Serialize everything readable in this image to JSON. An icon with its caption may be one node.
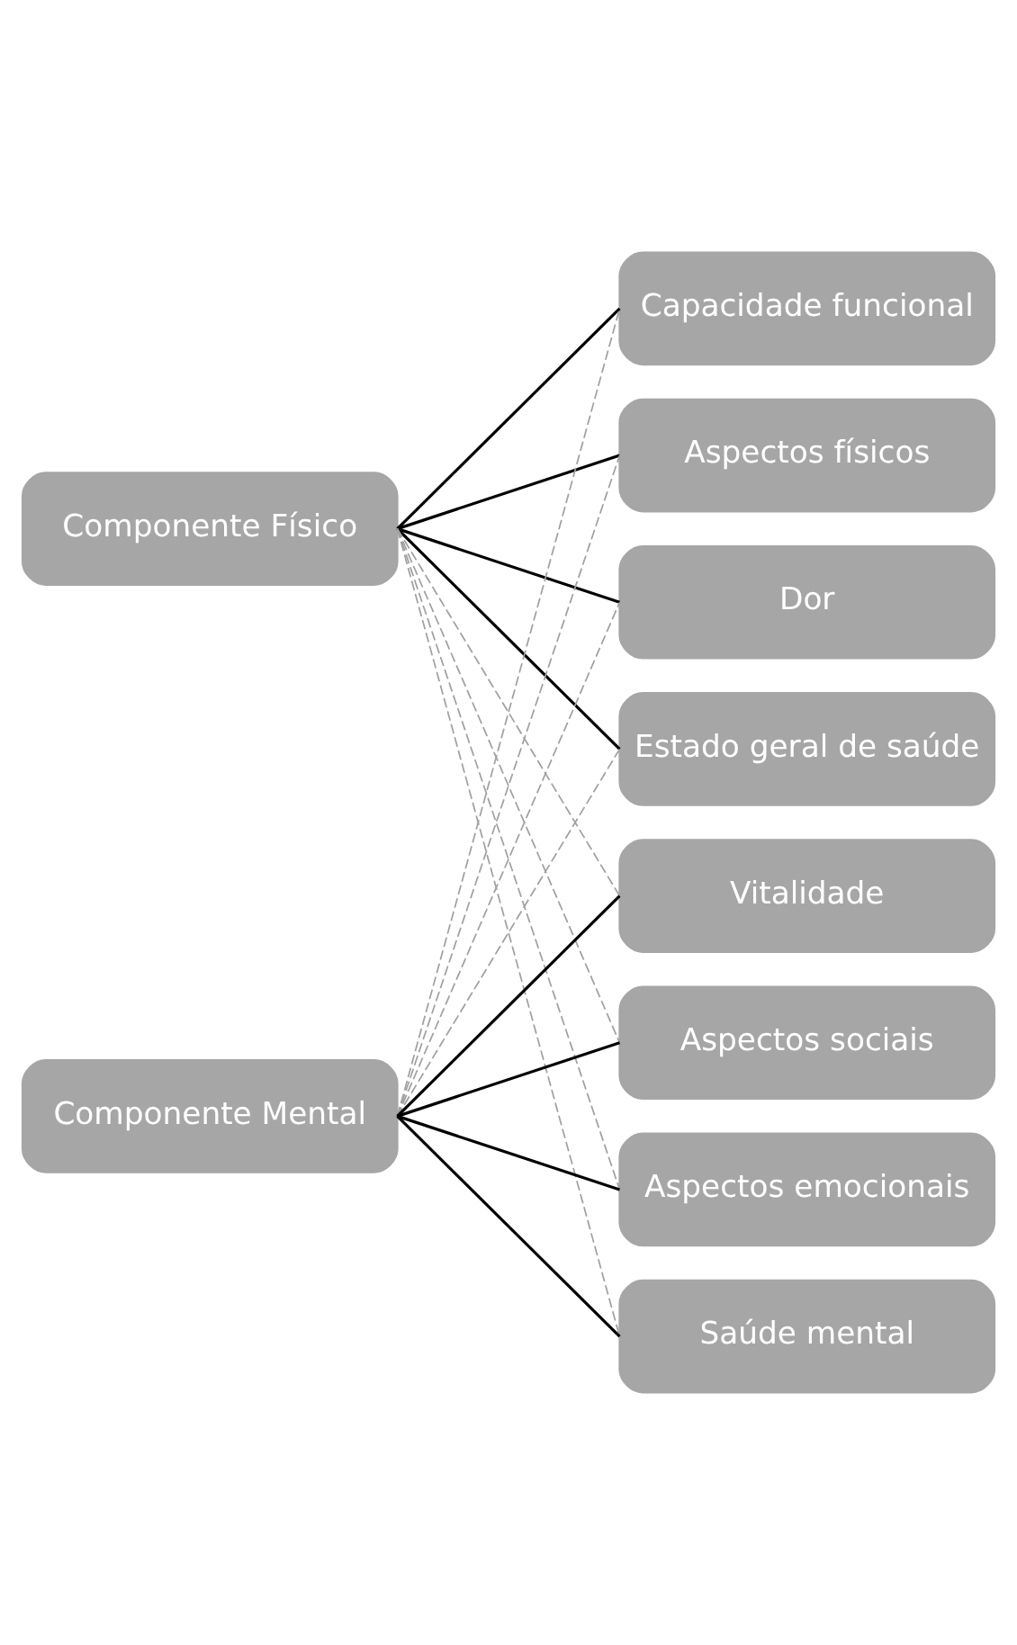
{
  "diagram": {
    "nodes": [
      {
        "text": [
          "Componente Físico"
        ]
      },
      {
        "text": [
          "Componente Mental"
        ]
      },
      {
        "text": [
          "Capacidade funcional"
        ]
      },
      {
        "text": [
          "Aspectos físicos"
        ]
      },
      {
        "text": [
          "Dor"
        ]
      },
      {
        "text": [
          "Estado geral de saúde"
        ]
      },
      {
        "text": [
          "Vitalidade"
        ]
      },
      {
        "text": [
          "Aspectos sociais"
        ]
      },
      {
        "text": [
          "Aspectos emocionais"
        ]
      },
      {
        "text": [
          "Saúde mental"
        ]
      }
    ],
    "edges": [
      {
        "from": 0,
        "to": 2,
        "arrow": "none"
      },
      {
        "from": 0,
        "to": 3,
        "arrow": "none"
      },
      {
        "from": 0,
        "to": 4,
        "arrow": "none"
      },
      {
        "from": 0,
        "to": 5,
        "arrow": "none"
      },
      {
        "from": 0,
        "to": 6,
        "arrow": "none",
        "style": "dashed",
        "color": "#a0a0a0"
      },
      {
        "from": 0,
        "to": 7,
        "arrow": "none",
        "style": "dashed",
        "color": "#a0a0a0"
      },
      {
        "from": 0,
        "to": 8,
        "arrow": "none",
        "style": "dashed",
        "color": "#a0a0a0"
      },
      {
        "from": 0,
        "to": 9,
        "arrow": "none",
        "style": "dashed",
        "color": "#a0a0a0"
      },
      {
        "from": 1,
        "to": 2,
        "arrow": "none",
        "style": "dashed",
        "color": "#a0a0a0"
      },
      {
        "from": 1,
        "to": 3,
        "arrow": "none",
        "style": "dashed",
        "color": "#a0a0a0"
      },
      {
        "from": 1,
        "to": 4,
        "arrow": "none",
        "style": "dashed",
        "color": "#a0a0a0"
      },
      {
        "from": 1,
        "to": 5,
        "arrow": "none",
        "style": "dashed",
        "color": "#a0a0a0"
      },
      {
        "from": 1,
        "to": 6,
        "arrow": "none"
      },
      {
        "from": 1,
        "to": 7,
        "arrow": "none"
      },
      {
        "from": 1,
        "to": 8,
        "arrow": "none"
      },
      {
        "from": 1,
        "to": 9,
        "arrow": "none"
      }
    ]
  }
}
